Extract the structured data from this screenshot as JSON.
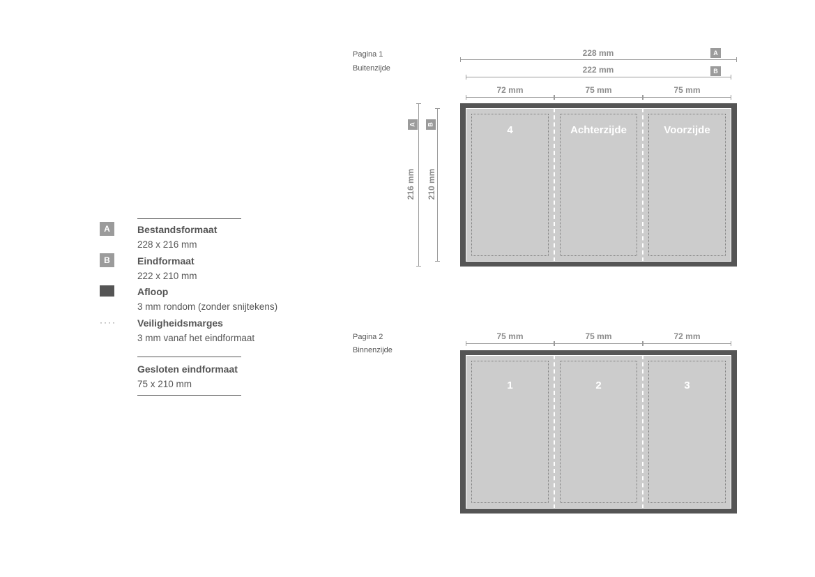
{
  "legend": {
    "file_format": {
      "badge": "A",
      "title": "Bestandsformaat",
      "value": "228 x 216 mm"
    },
    "final_format": {
      "badge": "B",
      "title": "Eindformaat",
      "value": "222 x 210 mm"
    },
    "bleed": {
      "title": "Afloop",
      "value": "3 mm rondom (zonder snijtekens)"
    },
    "safety": {
      "symbol": "····",
      "title": "Veiligheidsmarges",
      "value": "3 mm vanaf het eindformaat"
    },
    "closed": {
      "title": "Gesloten eindformaat",
      "value": "75 x 210 mm"
    }
  },
  "page1": {
    "label": "Pagina 1",
    "sublabel": "Buitenzijde",
    "width_a": "228 mm",
    "width_b": "222 mm",
    "badge_a": "A",
    "badge_b": "B",
    "height_a": "216 mm",
    "height_b": "210 mm",
    "panel_widths": [
      "72 mm",
      "75 mm",
      "75 mm"
    ],
    "panels": [
      "4",
      "Achterzijde",
      "Voorzijde"
    ]
  },
  "page2": {
    "label": "Pagina 2",
    "sublabel": "Binnenzijde",
    "panel_widths": [
      "75 mm",
      "75 mm",
      "72 mm"
    ],
    "panels": [
      "1",
      "2",
      "3"
    ]
  },
  "colors": {
    "bleed": "#555555",
    "trim": "#cccccc",
    "badge": "#9b9b9b",
    "dimension": "#9b9b9b"
  }
}
